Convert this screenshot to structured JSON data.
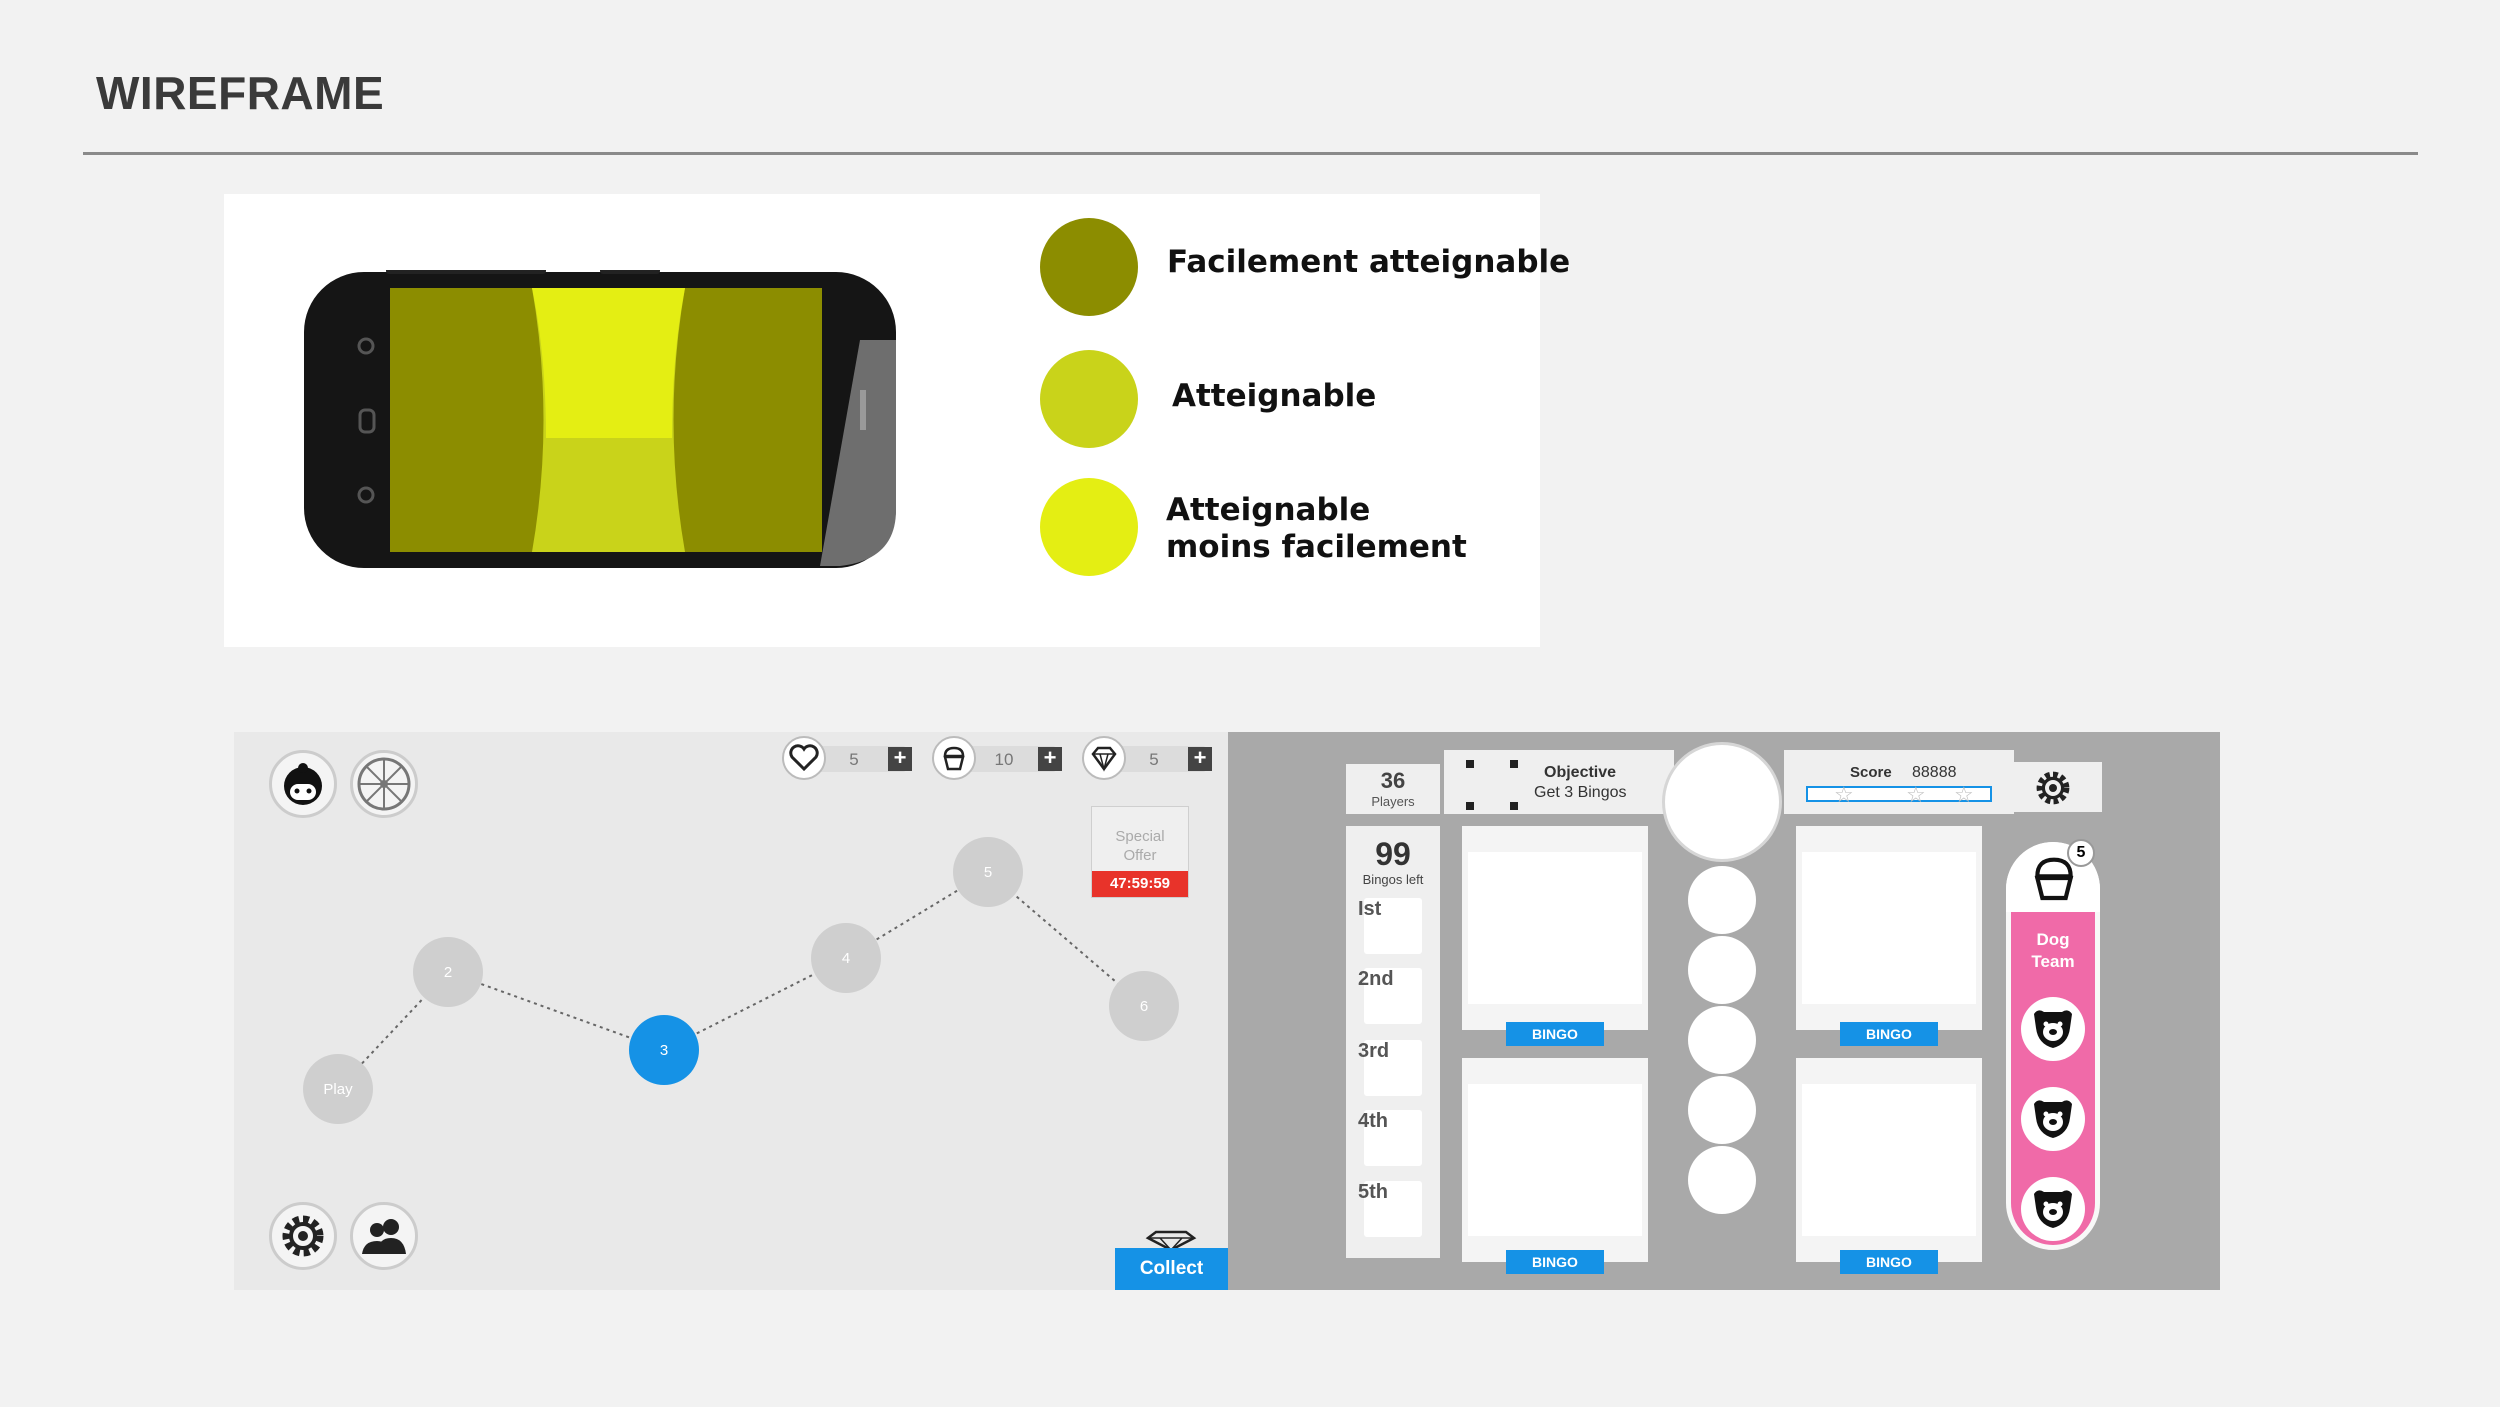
{
  "slide": {
    "title": "WIREFRAME"
  },
  "legend": {
    "items": [
      {
        "label": "Facilement atteignable",
        "color": "#8c8d00"
      },
      {
        "label": "Atteignable",
        "color": "#c9d31a"
      },
      {
        "label_line1": "Atteignable",
        "label_line2": "moins facilement",
        "color": "#e4ee13"
      }
    ]
  },
  "map_screen": {
    "resources": [
      {
        "icon": "heart-icon",
        "value": "5"
      },
      {
        "icon": "cupcake-icon",
        "value": "10"
      },
      {
        "icon": "diamond-icon",
        "value": "5"
      }
    ],
    "levels": [
      {
        "label": "Play"
      },
      {
        "label": "2"
      },
      {
        "label": "3"
      },
      {
        "label": "4"
      },
      {
        "label": "5"
      },
      {
        "label": "6"
      }
    ],
    "special_offer": {
      "line1": "Special",
      "line2": "Offer",
      "timer": "47:59:59"
    },
    "collect_label": "Collect",
    "colors": {
      "accent": "#1592e6",
      "offer_red": "#e8332a"
    }
  },
  "bingo_screen": {
    "players": {
      "count": "36",
      "label": "Players"
    },
    "objective": {
      "title": "Objective",
      "text": "Get 3 Bingos"
    },
    "score": {
      "label": "Score",
      "value": "88888"
    },
    "bingos_left": {
      "count": "99",
      "label": "Bingos left"
    },
    "ranks": [
      "Ist",
      "2nd",
      "3rd",
      "4th",
      "5th"
    ],
    "bingo_labels": [
      "BINGO",
      "BINGO",
      "BINGO",
      "BINGO"
    ],
    "team": {
      "badge": "5",
      "line1": "Dog",
      "line2": "Team",
      "color": "#f06aa8"
    }
  }
}
